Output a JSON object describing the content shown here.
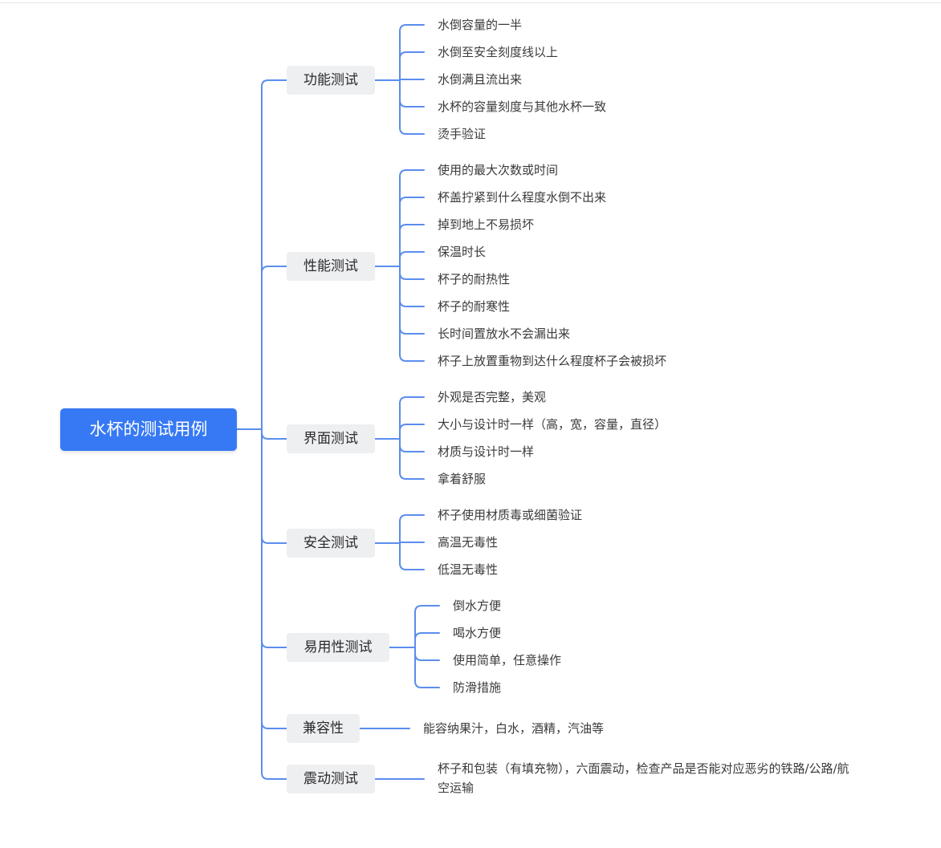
{
  "mindmap": {
    "root": "水杯的测试用例",
    "branches": [
      {
        "label": "功能测试",
        "items": [
          "水倒容量的一半",
          "水倒至安全刻度线以上",
          "水倒满且流出来",
          "水杯的容量刻度与其他水杯一致",
          "烫手验证"
        ]
      },
      {
        "label": "性能测试",
        "items": [
          "使用的最大次数或时间",
          "杯盖拧紧到什么程度水倒不出来",
          "掉到地上不易损坏",
          "保温时长",
          "杯子的耐热性",
          "杯子的耐寒性",
          "长时间置放水不会漏出来",
          "杯子上放置重物到达什么程度杯子会被损坏"
        ]
      },
      {
        "label": "界面测试",
        "items": [
          "外观是否完整，美观",
          "大小与设计时一样（高，宽，容量，直径）",
          "材质与设计时一样",
          "拿着舒服"
        ]
      },
      {
        "label": "安全测试",
        "items": [
          "杯子使用材质毒或细菌验证",
          "高温无毒性",
          "低温无毒性"
        ]
      },
      {
        "label": "易用性测试",
        "items": [
          "倒水方便",
          "喝水方便",
          "使用简单，任意操作",
          "防滑措施"
        ]
      },
      {
        "label": "兼容性",
        "items": [
          "能容纳果汁，白水，酒精，汽油等"
        ]
      },
      {
        "label": "震动测试",
        "items": [
          "杯子和包装（有填充物），六面震动，检查产品是否能对应恶劣的铁路/公路/航空运输"
        ]
      }
    ]
  },
  "colors": {
    "accent": "#3779f4",
    "line": "#5b8def",
    "branch_bg": "#eeeff1"
  }
}
